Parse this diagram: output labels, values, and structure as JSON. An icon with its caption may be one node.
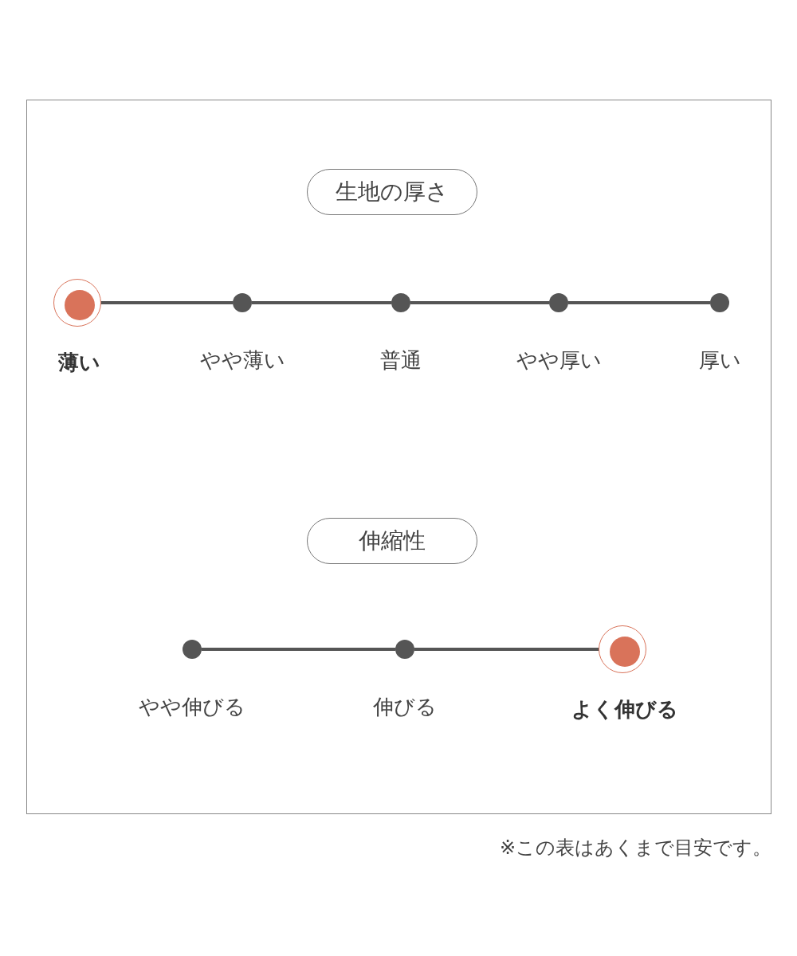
{
  "diagram": {
    "caption": "※この表はあくまで目安です。",
    "nodes": [
      {
        "text": [
          "生地の厚さ"
        ]
      },
      {
        "text": [],
        "shape": "circle"
      },
      {
        "text": [
          "薄い"
        ],
        "in": 1
      },
      {
        "text": [
          "やや薄い"
        ]
      },
      {
        "text": [
          "普通"
        ]
      },
      {
        "text": [
          "やや厚い"
        ]
      },
      {
        "text": [
          "厚い"
        ]
      },
      {
        "text": [
          "伸縮性"
        ]
      },
      {
        "text": [
          "やや伸びる"
        ]
      },
      {
        "text": [
          "伸びる"
        ]
      },
      {
        "text": [],
        "shape": "circle"
      },
      {
        "text": [
          "よく伸びる"
        ],
        "in": 10
      }
    ],
    "edges": [
      {
        "from": 2,
        "to": 3,
        "arrow": "none"
      },
      {
        "from": 3,
        "to": 4,
        "arrow": "none"
      },
      {
        "from": 4,
        "to": 5,
        "arrow": "none"
      },
      {
        "from": 5,
        "to": 6,
        "arrow": "none"
      },
      {
        "from": 8,
        "to": 9,
        "arrow": "none"
      },
      {
        "from": 9,
        "to": 11,
        "arrow": "none"
      }
    ]
  }
}
